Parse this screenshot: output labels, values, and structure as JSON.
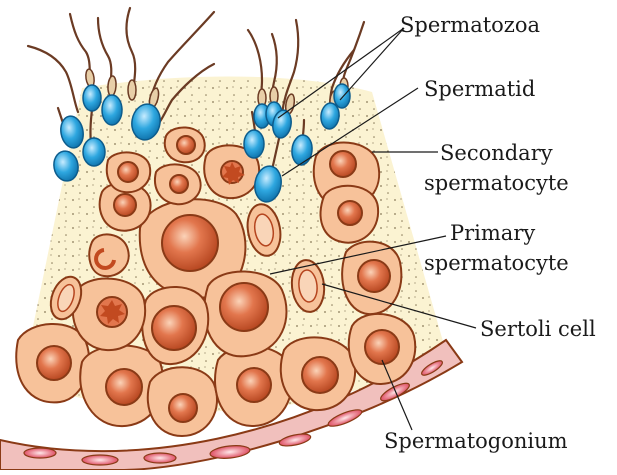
{
  "labels": {
    "spermatozoa": "Spermatozoa",
    "spermatid": "Spermatid",
    "secondary_line1": "Secondary",
    "secondary_line2": "spermatocyte",
    "primary_line1": "Primary",
    "primary_line2": "spermatocyte",
    "sertoli": "Sertoli cell",
    "spermatogonium": "Spermatogonium"
  },
  "colors": {
    "background_wedge": "#fbf3d2",
    "cell_fill": "#f7c29a",
    "cell_stroke": "#8a3a16",
    "nucleus": "#dd6a40",
    "sperm_head": "#2ea7e0",
    "basement": "#f1c0bd",
    "vessel": "#d8324a"
  }
}
